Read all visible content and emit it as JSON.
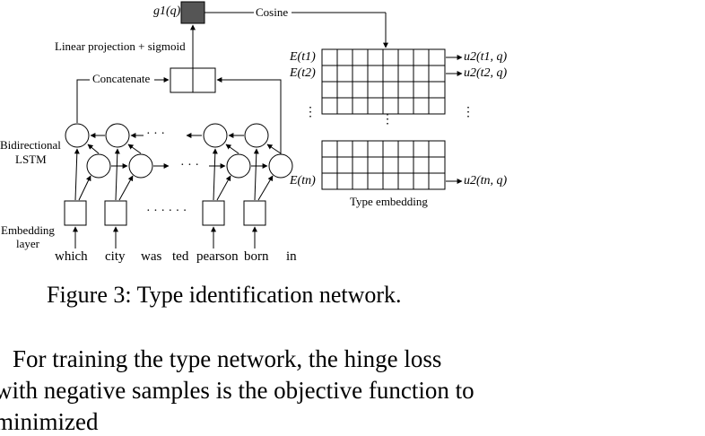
{
  "figure": {
    "g1_label": "g1(q)",
    "cosine_label": "Cosine",
    "projection_label": "Linear projection + sigmoid",
    "concatenate_label": "Concatenate",
    "bilstm_label_line1": "Bidirectional",
    "bilstm_label_line2": "LSTM",
    "embedding_label_line1": "Embedding",
    "embedding_label_line2": "layer",
    "ellipsis_h": "· · ·",
    "ellipsis_h_long": "· · · · · ·",
    "ellipsis_v": "⋮",
    "words": [
      "which",
      "city",
      "was",
      "ted",
      "pearson",
      "born",
      "in"
    ],
    "type_rows": [
      {
        "left": "E(t1)",
        "right": "u2(t1, q)"
      },
      {
        "left": "E(t2)",
        "right": "u2(t2, q)"
      },
      {
        "left": "E(tn)",
        "right": "u2(tn, q)"
      }
    ],
    "type_embedding_label": "Type embedding",
    "caption": "Figure 3: Type identification network."
  },
  "text": {
    "line1": "For training the type network, the hinge loss",
    "line2": "with negative samples is the objective function to",
    "line3": "minimized"
  },
  "colors": {
    "g1_box": "#555555",
    "line": "#000000"
  }
}
